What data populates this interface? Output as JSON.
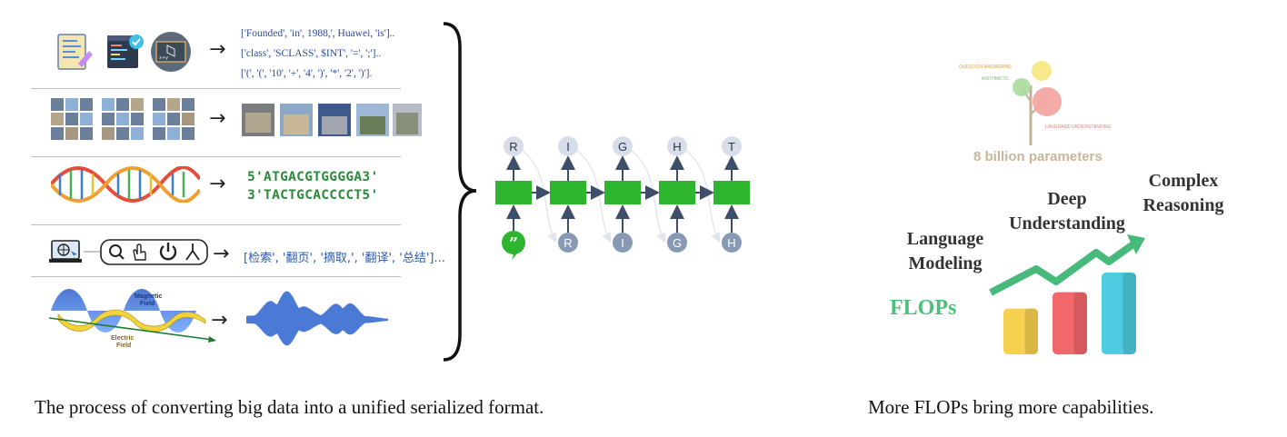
{
  "left_panel": {
    "rows": [
      {
        "kind": "text",
        "outputs": [
          "['Founded', 'in', 1988,', Huawei, 'is']..",
          "['class', 'SCLASS', $INT', '=', ';']..",
          "['(', '(', '10', '+', '4', ')', '*', '2', ')']."
        ]
      },
      {
        "kind": "image"
      },
      {
        "kind": "dna",
        "outputs": [
          "5'ATGACGTGGGGA3'",
          "3'TACTGCACCCCT5'"
        ]
      },
      {
        "kind": "action",
        "outputs": [
          "[检索', '翻页', '摘取,', '翻译', '总结']..."
        ]
      },
      {
        "kind": "audio",
        "labels": [
          "Magnetic",
          "Field",
          "Electric",
          "Field"
        ]
      }
    ],
    "arrow_glyph": "→"
  },
  "sequence_model": {
    "outputs": [
      "R",
      "I",
      "G",
      "H",
      "T"
    ],
    "inputs": [
      "R",
      "I",
      "G",
      "H"
    ],
    "colors": {
      "cell": "#2db52d",
      "node_out": "#d7dde9",
      "node_in": "#8799b3",
      "arrow": "#3e4e68",
      "quote_node": "#2db52d"
    }
  },
  "right_panel": {
    "tree": {
      "labels": [
        "QUESTION ANSWERING",
        "ARITHMETIC",
        "LANGUAGE UNDERSTANDING"
      ],
      "params_label": "8 billion parameters"
    },
    "capabilities": {
      "c1": [
        "Language",
        "Modeling"
      ],
      "c2": [
        "Deep",
        "Understanding"
      ],
      "c3": [
        "Complex",
        "Reasoning"
      ]
    },
    "flops_label": "FLOPs",
    "bars": [
      {
        "color": "#f6d14f",
        "level": 0.42
      },
      {
        "color": "#f2676a",
        "level": 0.57
      },
      {
        "color": "#4dcbe0",
        "level": 0.75
      }
    ],
    "trend_color": "#47b97a"
  },
  "captions": {
    "left": "The process of converting big data into a unified serialized format.",
    "right": "More FLOPs bring more capabilities."
  }
}
